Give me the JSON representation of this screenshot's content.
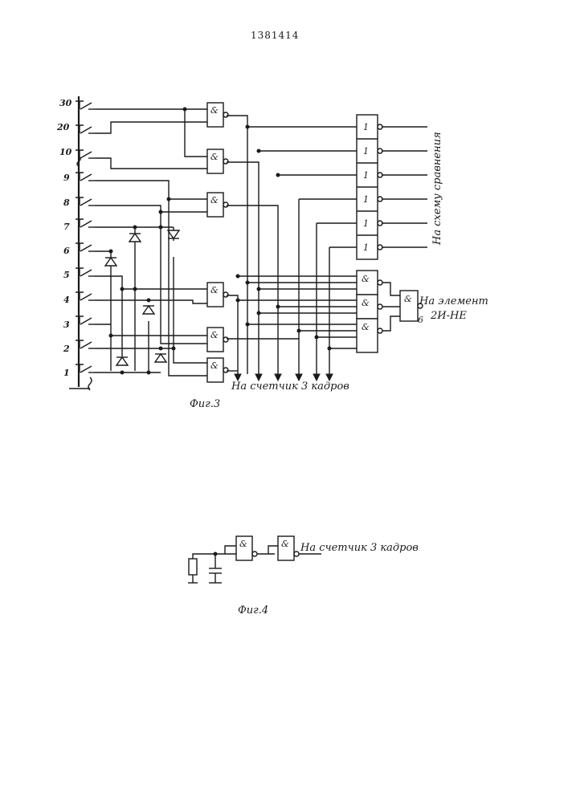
{
  "page_number": "1381414",
  "fig3": {
    "caption": "Фиг.3",
    "switch_labels": [
      "30",
      "20",
      "10",
      "9",
      "8",
      "7",
      "6",
      "5",
      "4",
      "3",
      "2",
      "1"
    ],
    "and_symbol": "&",
    "or_symbol": "1",
    "label_compare": "На схему сравнения",
    "label_element_line1": "На элемент",
    "label_element_line2": "2И-НЕ",
    "label_counter": "На счетчик 3 кадров",
    "output_pin": "6"
  },
  "fig4": {
    "caption": "Фиг.4",
    "label_counter": "На счетчик 3 кадров",
    "and_symbol": "&"
  }
}
